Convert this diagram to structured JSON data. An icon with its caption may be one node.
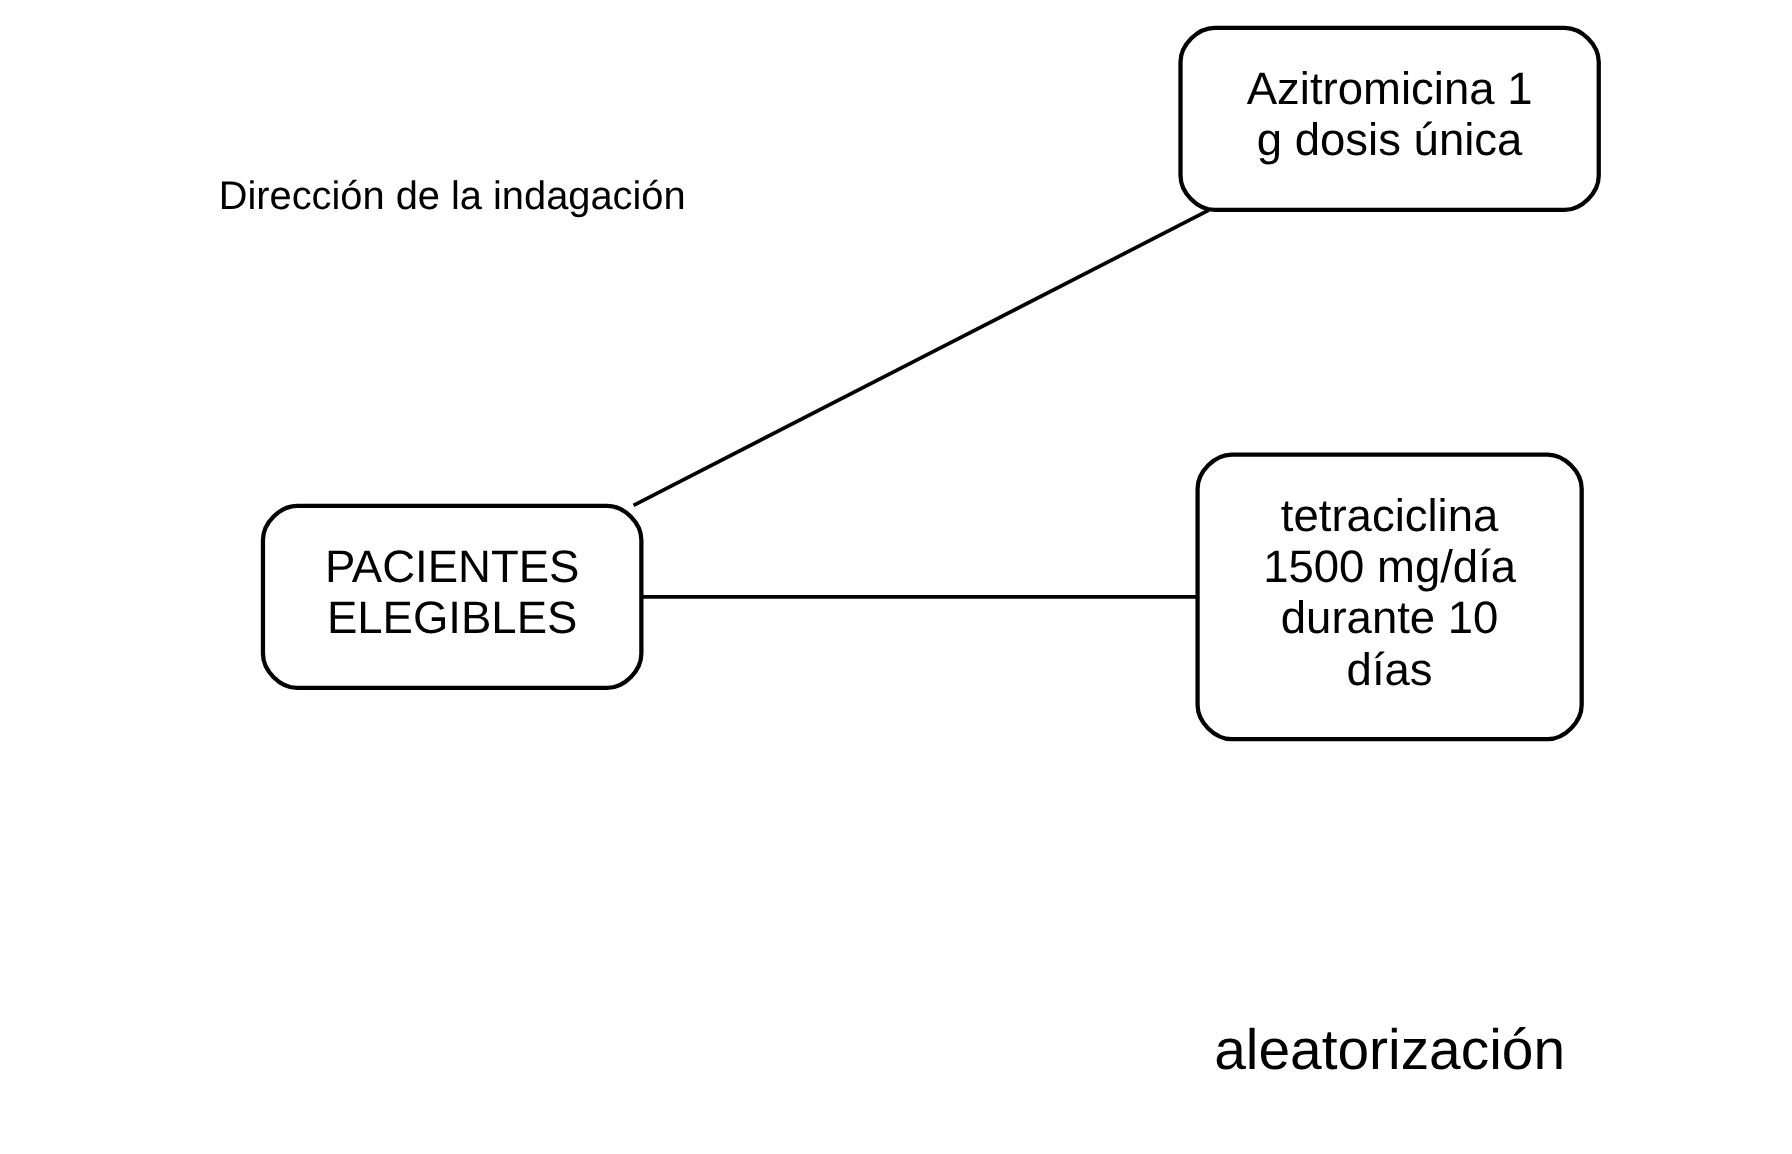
{
  "diagram": {
    "nodes": [
      {
        "text": [
          "PACIENTES ELEGIBLES"
        ]
      },
      {
        "text": [
          "Azitromicina 1 g dosis única"
        ]
      },
      {
        "text": [
          "tetraciclina 1500 mg/día durante 10 días"
        ]
      }
    ],
    "edges": [
      {
        "from": 0,
        "to": 1,
        "arrow": "none"
      },
      {
        "from": 0,
        "to": 2,
        "arrow": "none"
      }
    ],
    "labels": [
      "Dirección de la indagación",
      "aleatorización"
    ]
  }
}
